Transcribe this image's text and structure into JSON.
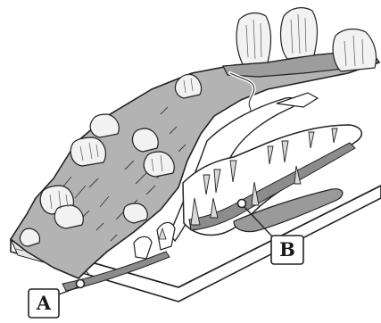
{
  "figure": {
    "description_labels": [
      "A",
      "B"
    ],
    "colors": {
      "terrain": "#b3b3b3",
      "terrain_dark": "#8c8c8c",
      "rock": "#f2f2f2",
      "outline": "#222222",
      "background": "#ffffff"
    }
  },
  "labels": {
    "a": "A",
    "b": "B"
  }
}
